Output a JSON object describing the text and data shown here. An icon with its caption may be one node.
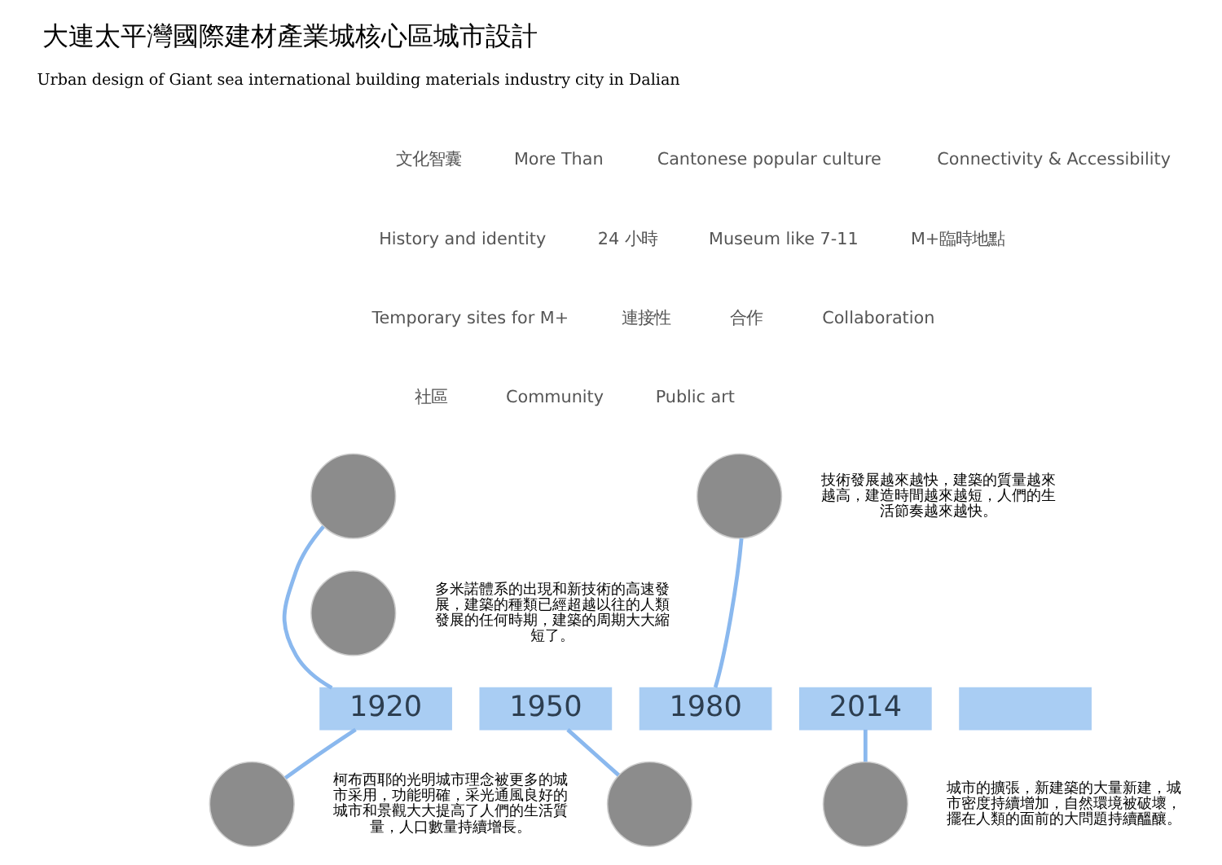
{
  "diagram": {
    "title": "大連太平灣國際建材產業城核心區城市設計",
    "nodes": [
      {
        "text": [
          "1920"
        ]
      },
      {
        "text": [
          "1950"
        ]
      },
      {
        "text": [
          "1980"
        ]
      },
      {
        "text": [
          "2014"
        ]
      },
      {
        "text": [],
        "shape": "box"
      },
      {
        "text": [],
        "shape": "circle"
      },
      {
        "text": [],
        "shape": "circle",
        "beside": [
          "多米諾體系的出現和新技術的高速發展，建築的種類已經超越以往的人類發展的任何時期，建築的周期大大縮短了。"
        ]
      },
      {
        "text": [],
        "shape": "circle",
        "beside": [
          "柯布西耶的光明城市理念被更多的城市采用，功能明確，采光通風良好的城市和景觀大大提高了人們的生活質量，人口數量持續增長。"
        ]
      },
      {
        "text": [],
        "shape": "circle"
      },
      {
        "text": [],
        "shape": "circle",
        "beside": [
          "技術發展越來越快，建築的質量越來越高，建造時間越來越短，人們的生活節奏越來越快。"
        ]
      },
      {
        "text": [],
        "shape": "circle",
        "beside": [
          "城市的擴張，新建築的大量新建，城市密度持續增加，自然環境被破壞，擺在人類的面前的大問題持續醞釀。"
        ]
      }
    ],
    "edges": [
      {
        "from": 0,
        "to": 5,
        "arrow": "none"
      },
      {
        "from": 0,
        "to": 7,
        "arrow": "none"
      },
      {
        "from": 1,
        "to": 8,
        "arrow": "none"
      },
      {
        "from": 2,
        "to": 9,
        "arrow": "none"
      },
      {
        "from": 3,
        "to": 10,
        "arrow": "none"
      }
    ],
    "labels": [
      "Urban design of Giant sea international building materials industry city in Dalian",
      "文化智囊",
      "More Than",
      "Cantonese popular culture",
      "Connectivity & Accessibility",
      "History and identity",
      "24 小時",
      "Museum like 7-11",
      "M+臨時地點",
      "Temporary sites for M+",
      "連接性",
      "合作",
      "Collaboration",
      "社區",
      "Community",
      "Public art"
    ]
  }
}
